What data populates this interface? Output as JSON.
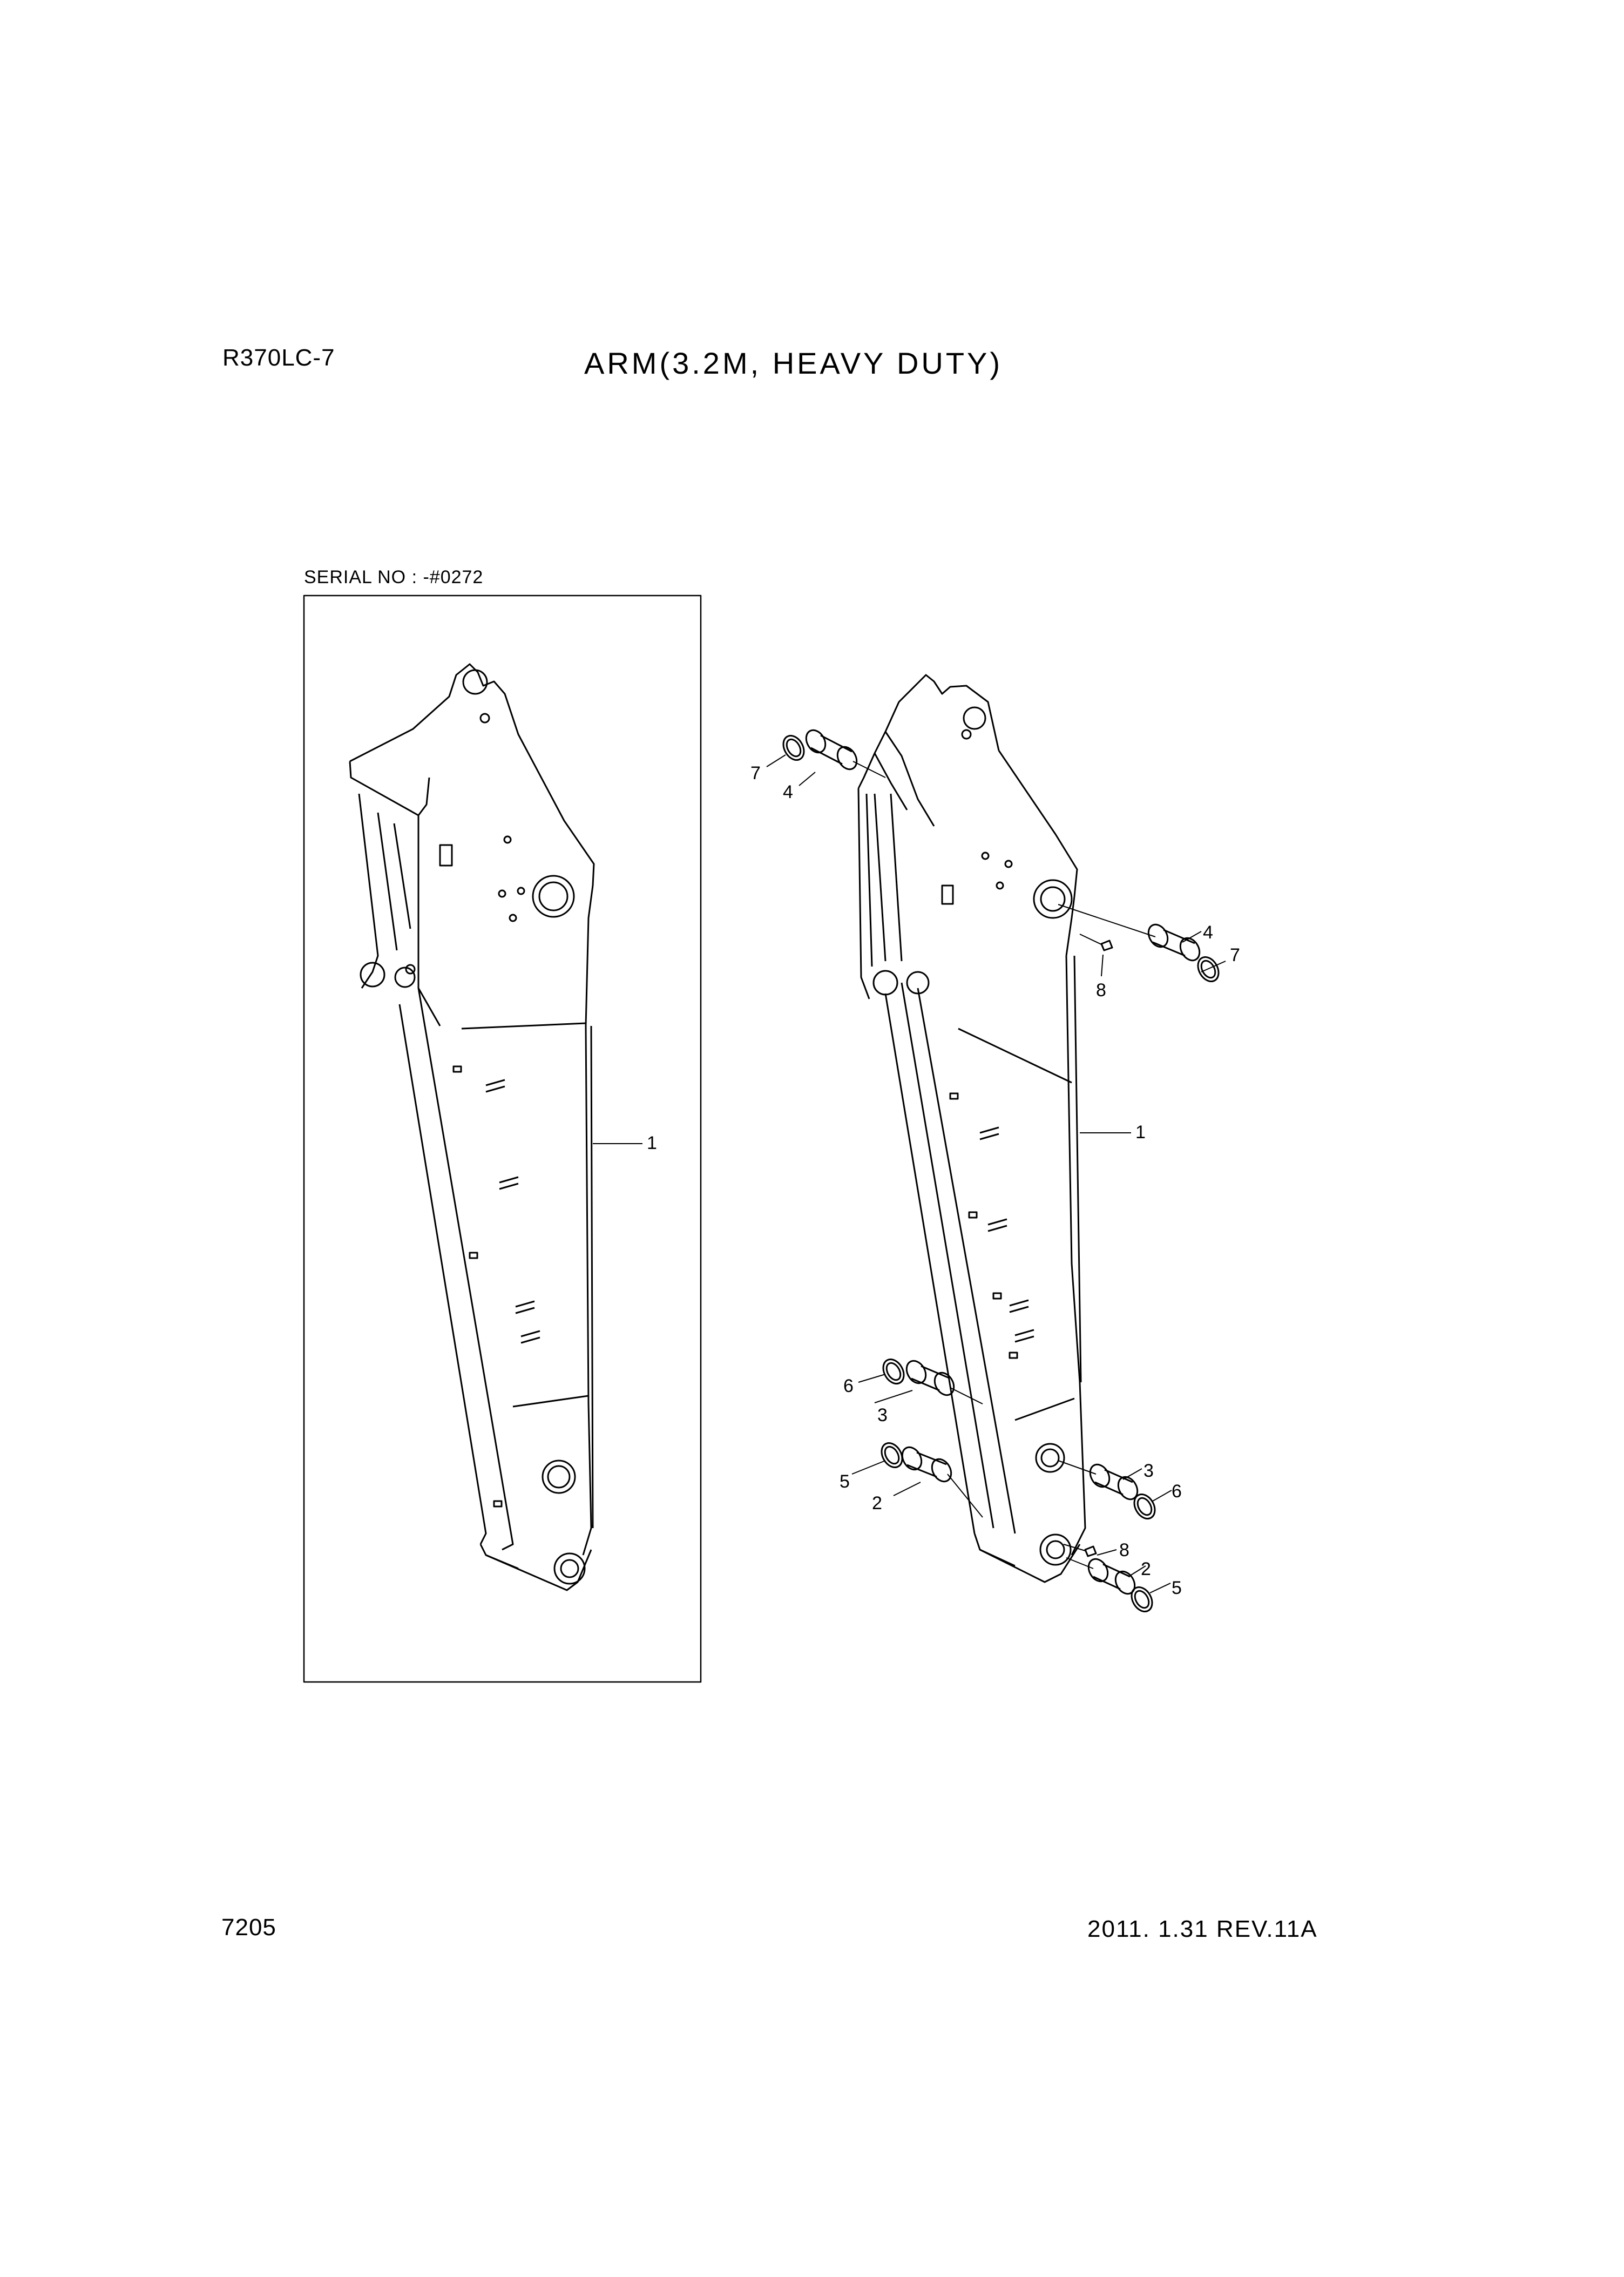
{
  "header": {
    "model": "R370LC-7",
    "title": "ARM(3.2M, HEAVY DUTY)"
  },
  "inset": {
    "serial_label": "SERIAL NO : -#0272",
    "callouts": [
      "1"
    ]
  },
  "main_view": {
    "callouts": [
      "7",
      "4",
      "4",
      "7",
      "8",
      "1",
      "6",
      "3",
      "5",
      "2",
      "3",
      "6",
      "8",
      "2",
      "5"
    ]
  },
  "footer": {
    "page_number": "7205",
    "date_revision": "2011. 1.31  REV.11A"
  },
  "colors": {
    "line": "#000000",
    "background": "#ffffff"
  }
}
